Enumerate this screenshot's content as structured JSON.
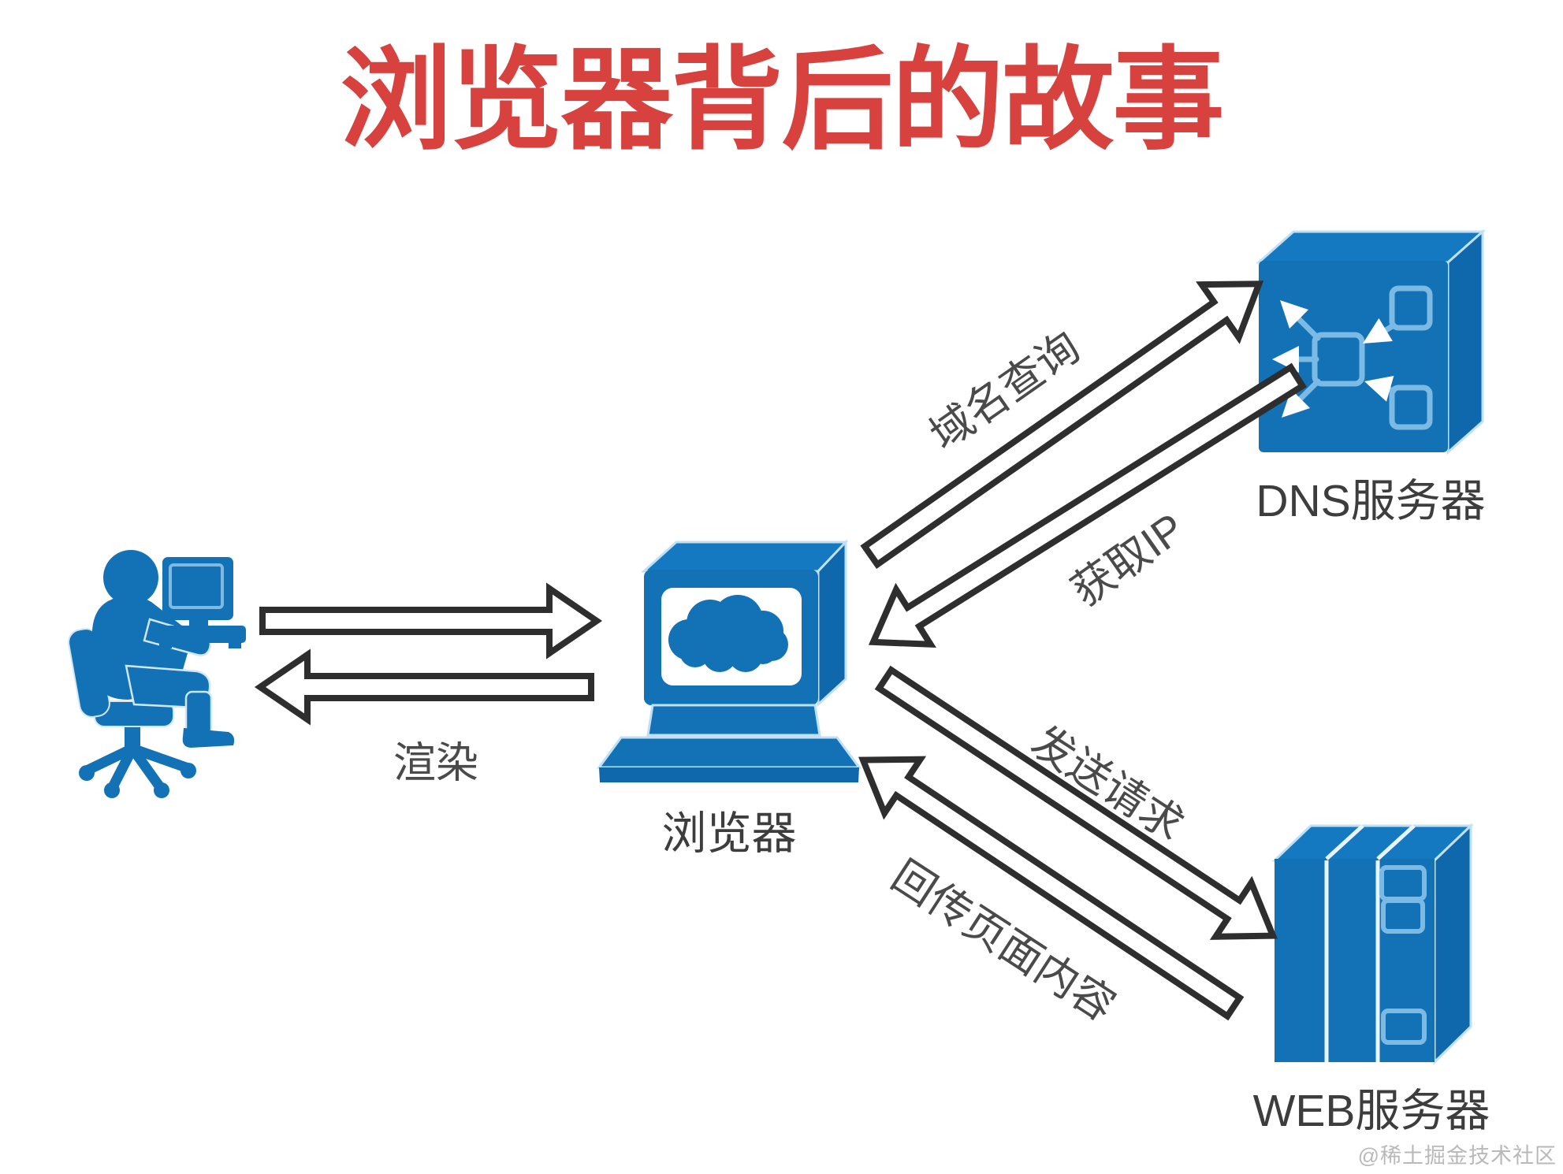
{
  "title": {
    "text": "浏览器背后的故事"
  },
  "nodes": {
    "browser": {
      "label": "浏览器"
    },
    "dns": {
      "label": "DNS服务器"
    },
    "web": {
      "label": "WEB服务器"
    }
  },
  "edges": {
    "render": {
      "label": "渲染"
    },
    "dns_query": {
      "label": "域名查询"
    },
    "get_ip": {
      "label": "获取IP"
    },
    "send_request": {
      "label": "发送请求"
    },
    "return_content": {
      "label": "回传页面内容"
    }
  },
  "watermark": {
    "text": "@稀土掘金技术社区"
  },
  "colors": {
    "title_red": "#d8423e",
    "icon_blue": "#1272b5",
    "icon_blue_top": "#1579c2",
    "icon_blue_side": "#0f68ab",
    "icon_detail_light": "#7cbae6",
    "edge_highlight": "#bfe0f5",
    "arrow_fill": "#ffffff",
    "arrow_outline": "#2e2e2e",
    "label_gray": "#4a4a4a",
    "watermark_gray": "#b9b9b9",
    "background": "#ffffff"
  }
}
